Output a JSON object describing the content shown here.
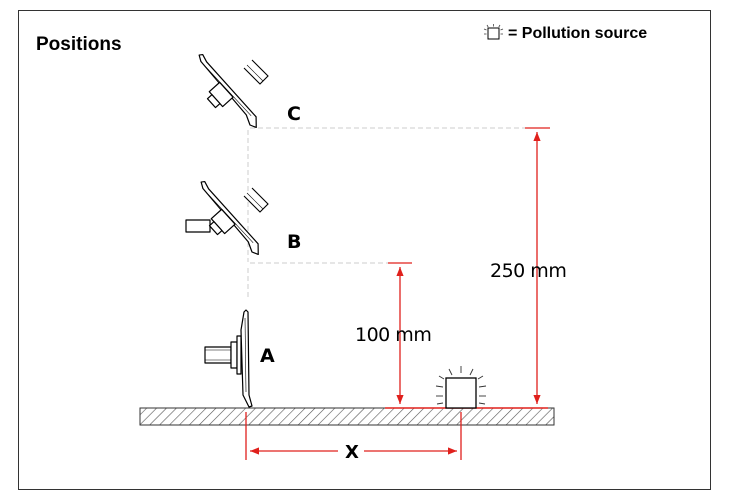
{
  "title": "Positions",
  "legend": {
    "icon": "pollution-source-icon",
    "text": "= Pollution source"
  },
  "positions": [
    {
      "id": "A",
      "label": "A"
    },
    {
      "id": "B",
      "label": "B"
    },
    {
      "id": "C",
      "label": "C"
    }
  ],
  "dimensions": {
    "height_b": "100 mm",
    "height_c": "250 mm",
    "distance": "X"
  },
  "colors": {
    "dimension_line": "#e0201c",
    "outline": "#000000",
    "border": "#333333",
    "guide": "#cccccc"
  }
}
